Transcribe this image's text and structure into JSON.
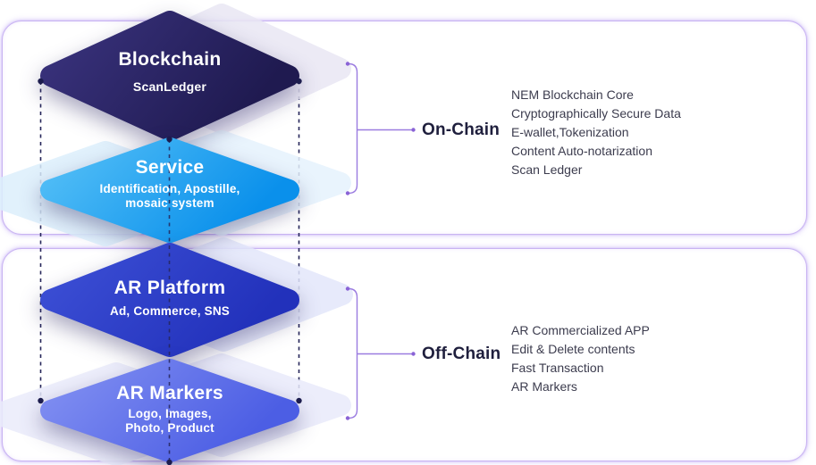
{
  "diagram": {
    "layers": [
      {
        "title": "Blockchain",
        "subtitle": "ScanLedger"
      },
      {
        "title": "Service",
        "subtitle": "Identification, Apostille, mosaic system"
      },
      {
        "title": "AR Platform",
        "subtitle": "Ad, Commerce, SNS"
      },
      {
        "title": "AR Markers",
        "subtitle": "Logo, Images, Photo, Product"
      }
    ],
    "groups": [
      {
        "label": "On-Chain",
        "items": [
          "NEM Blockchain Core",
          "Cryptographically Secure Data",
          "E-wallet,Tokenization",
          "Content Auto-notarization",
          "Scan Ledger"
        ]
      },
      {
        "label": "Off-Chain",
        "items": [
          "AR Commercialized APP",
          "Edit & Delete contents",
          "Fast Transaction",
          "AR Markers"
        ]
      }
    ]
  },
  "colors": {
    "panel-border": "#c9b4f2",
    "bracket": "#9b7ce0",
    "bracket-dot": "#8a63d6",
    "connector": "#26265a",
    "connector-dot": "#1c1c4e",
    "label-text": "#1f1f3d",
    "list-text": "#3c3c4e",
    "blockchain-1": "#3a337e",
    "blockchain-2": "#1f1a50",
    "service-1": "#55c0f7",
    "service-2": "#0a90eb",
    "platform-1": "#3d50d6",
    "platform-2": "#2231bb",
    "markers-1": "#8290f2",
    "markers-2": "#4c5ee4"
  }
}
